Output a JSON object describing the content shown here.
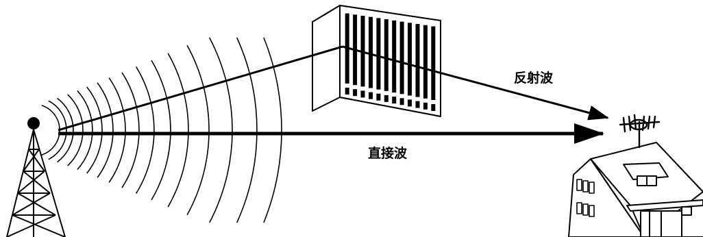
{
  "labels": {
    "reflected_wave": "反射波",
    "direct_wave": "直接波"
  },
  "colors": {
    "ink": "#000000",
    "background": "#ffffff"
  },
  "objects": {
    "transmitter": "broadcast-tower",
    "reflector": "tall-building",
    "receiver": "house-with-tv-antenna"
  }
}
